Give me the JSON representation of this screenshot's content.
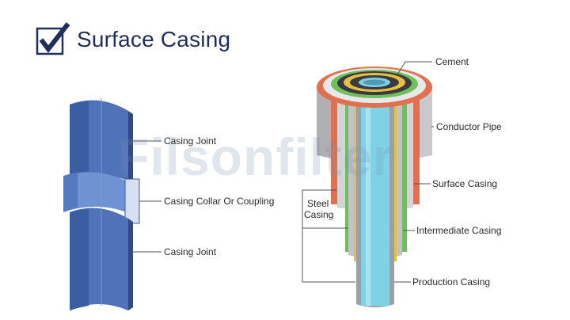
{
  "title": "Surface Casing",
  "watermark": "Filsonfilter",
  "icons": {
    "title_icon": "checkbox-check-icon",
    "watermark_icon": "filter-logo-icon"
  },
  "colors": {
    "title": "#1f2f5c",
    "pipe_blue": "#4f72b8",
    "cement": "#e07050",
    "intermediate_ring": "#6fbf5a",
    "production_ring": "#e8c040",
    "production_tube": "#7fd2e6"
  },
  "left_labels": {
    "joint_top": "Casing Joint",
    "collar": "Casing Collar Or Coupling",
    "joint_bottom": "Casing Joint"
  },
  "right_labels": {
    "cement": "Cement",
    "conductor": "Conductor Pipe",
    "surface": "Surface Casing",
    "steel_line1": "Steel",
    "steel_line2": "Casing",
    "intermediate": "Intermediate Casing",
    "production": "Production Casing"
  }
}
